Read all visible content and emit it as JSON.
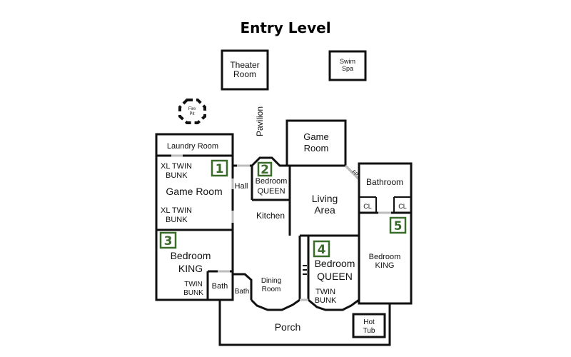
{
  "title": "Entry Level",
  "rooms": {
    "theater": [
      "Theater",
      "Room"
    ],
    "swim_spa": [
      "Swim",
      "Spa"
    ],
    "fire_pit": [
      "Fire",
      "Pit"
    ],
    "pavilion": "Pavilion",
    "laundry": "Laundry Room",
    "game_room_top": [
      "Game",
      "Room"
    ],
    "game_room_left": "Game Room",
    "xl_twin_bunk_1": [
      "XL TWIN",
      "BUNK"
    ],
    "xl_twin_bunk_2": [
      "XL TWIN",
      "BUNK"
    ],
    "hall": "Hall",
    "bedroom_2": [
      "Bedroom",
      "QUEEN"
    ],
    "kitchen": "Kitchen",
    "living_area": [
      "Living",
      "Area"
    ],
    "fp": "FP",
    "bathroom": "Bathroom",
    "cl_left": "CL",
    "cl_right": "CL",
    "bedroom_5": [
      "Bedroom",
      "KING"
    ],
    "bedroom_3": [
      "Bedroom",
      "KING"
    ],
    "twin_bunk_3": [
      "TWIN",
      "BUNK"
    ],
    "bath_left": "Bath",
    "bath_small": "Bath",
    "dining": [
      "Dining",
      "Room"
    ],
    "bedroom_4": [
      "Bedroom",
      "QUEEN"
    ],
    "twin_bunk_4": [
      "TWIN",
      "BUNK"
    ],
    "porch": "Porch",
    "hot_tub": [
      "Hot",
      "Tub"
    ]
  },
  "bedroom_numbers": [
    "1",
    "2",
    "3",
    "4",
    "5"
  ],
  "colors": {
    "wall": "#111111",
    "badge": "#3a6b2a",
    "door": "#bdbdbd"
  }
}
